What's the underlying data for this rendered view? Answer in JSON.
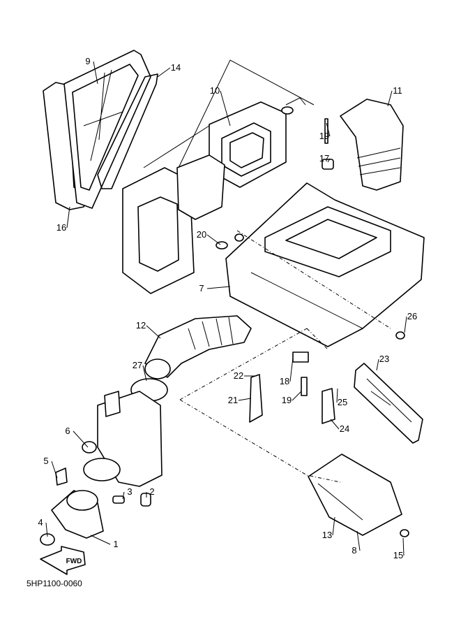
{
  "diagram_code": "5HP1100-0060",
  "fwd_arrow_text": "FWD",
  "callouts": [
    "9",
    "14",
    "10",
    "11",
    "19",
    "17",
    "16",
    "20",
    "7",
    "26",
    "12",
    "27",
    "23",
    "22",
    "18",
    "21",
    "19",
    "25",
    "24",
    "6",
    "5",
    "3",
    "2",
    "4",
    "1",
    "13",
    "8",
    "15"
  ]
}
